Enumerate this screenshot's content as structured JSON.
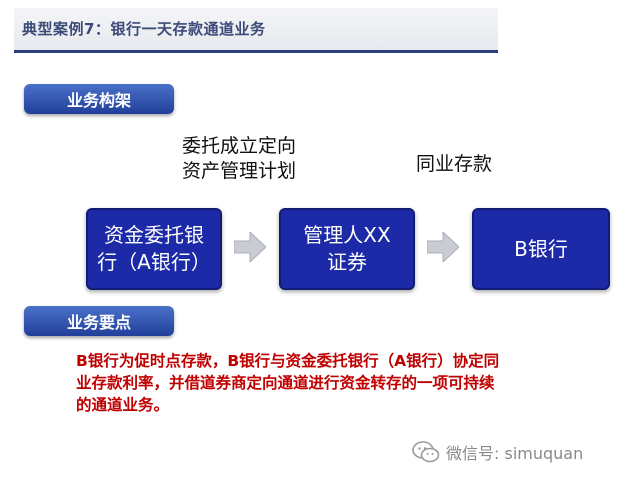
{
  "header": {
    "title": "典型案例7：银行一天存款通道业务"
  },
  "sections": {
    "framework": {
      "label": "业务构架"
    },
    "key_points": {
      "label": "业务要点"
    }
  },
  "captions": {
    "trust_line1": "委托成立定向",
    "trust_line2": "资产管理计划",
    "interbank": "同业存款"
  },
  "nodes": [
    {
      "line1": "资金委托银",
      "line2": "行（A银行）"
    },
    {
      "line1": "管理人XX",
      "line2": "证券"
    },
    {
      "line1": "B银行"
    }
  ],
  "description": {
    "line1": "B银行为促时点存款，B银行与资金委托银行（A银行）协定同",
    "line2": "业存款利率，并借道券商定向通道进行资金转存的一项可持续",
    "line3": "的通道业务。"
  },
  "watermark": {
    "text": "微信号: simuquan",
    "icon": "wechat-icon"
  },
  "colors": {
    "node_fill": "#1c2aa8",
    "tag_fill": "#213f9a",
    "accent_text": "#c00000",
    "title_text": "#3b4a78"
  }
}
